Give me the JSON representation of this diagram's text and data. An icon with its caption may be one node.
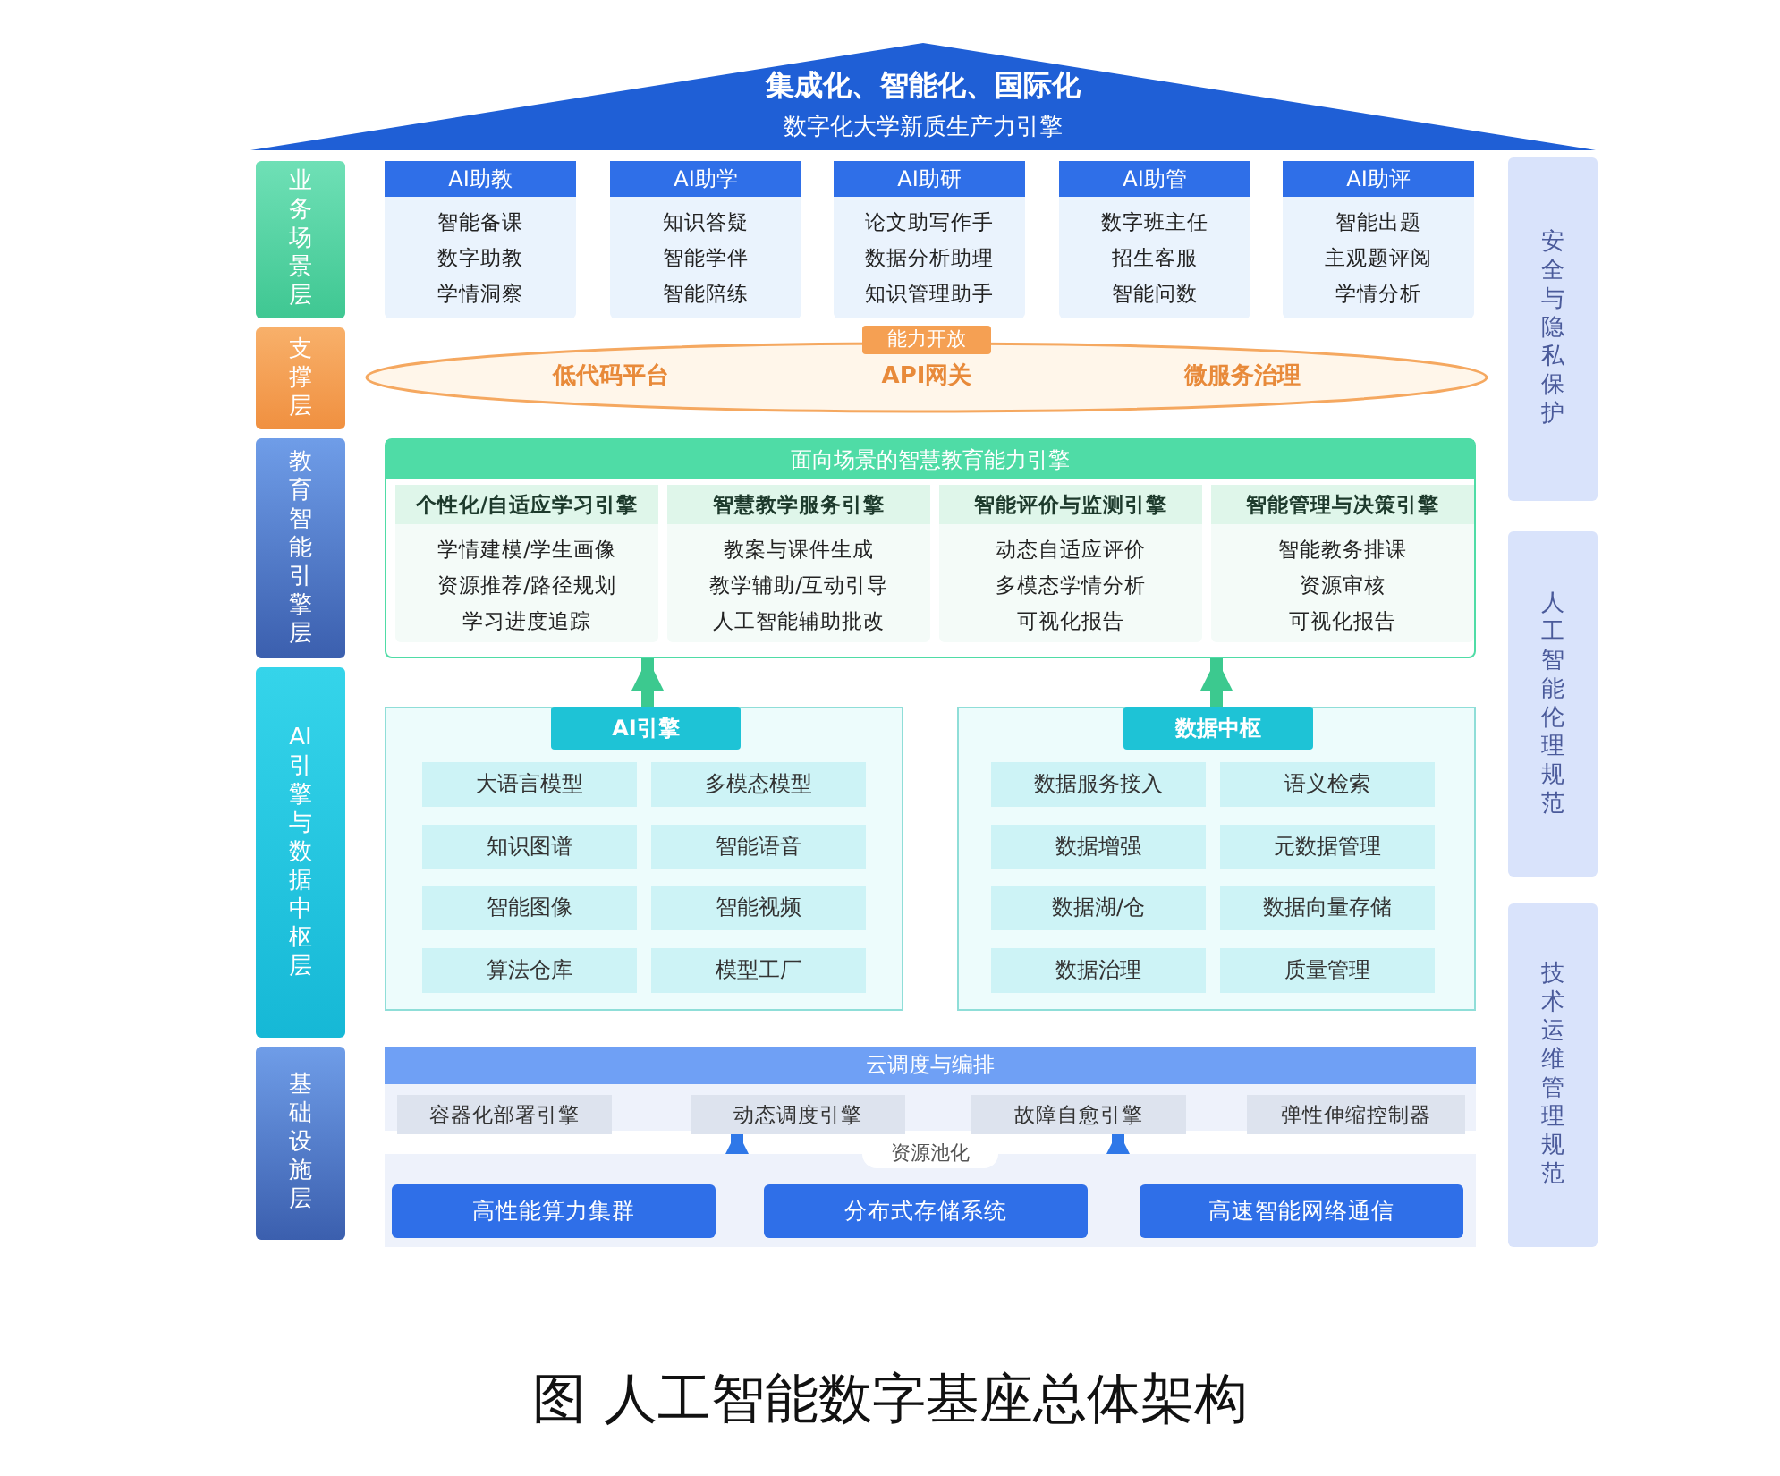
{
  "diagram": {
    "caption": "图 人工智能数字基座总体架构",
    "nodes": [
      {
        "text": [
          "集成化、智能化、国际化",
          "数字化大学新质生产力引擎"
        ]
      },
      {
        "text": [
          "业务场景层"
        ]
      },
      {
        "text": [
          "支撑层"
        ]
      },
      {
        "text": [
          "教育智能引擎层"
        ]
      },
      {
        "text": [
          "AI引擎与数据中枢层"
        ]
      },
      {
        "text": [
          "基础设施层"
        ]
      },
      {
        "text": [
          "安全与隐私保护"
        ]
      },
      {
        "text": [
          "人工智能伦理规范"
        ]
      },
      {
        "text": [
          "技术运维管理规范"
        ]
      },
      {
        "text": [
          "AI助教",
          "智能备课",
          "数字助教",
          "学情洞察"
        ]
      },
      {
        "text": [
          "AI助学",
          "知识答疑",
          "智能学伴",
          "智能陪练"
        ]
      },
      {
        "text": [
          "AI助研",
          "论文助写作手",
          "数据分析助理",
          "知识管理助手"
        ]
      },
      {
        "text": [
          "AI助管",
          "数字班主任",
          "招生客服",
          "智能问数"
        ]
      },
      {
        "text": [
          "AI助评",
          "智能出题",
          "主观题评阅",
          "学情分析"
        ]
      },
      {
        "text": [
          "能力开放",
          "低代码平台",
          "API网关",
          "微服务治理"
        ]
      },
      {
        "text": [
          "面向场景的智慧教育能力引擎"
        ]
      },
      {
        "text": [
          "个性化/自适应学习引擎",
          "学情建模/学生画像",
          "资源推荐/路径规划",
          "学习进度追踪"
        ],
        "in": 15
      },
      {
        "text": [
          "智慧教学服务引擎",
          "教案与课件生成",
          "教学辅助/互动引导",
          "人工智能辅助批改"
        ],
        "in": 15
      },
      {
        "text": [
          "智能评价与监测引擎",
          "动态自适应评价",
          "多模态学情分析",
          "可视化报告"
        ],
        "in": 15
      },
      {
        "text": [
          "智能管理与决策引擎",
          "智能教务排课",
          "资源审核",
          "可视化报告"
        ],
        "in": 15
      },
      {
        "text": [
          "AI引擎"
        ]
      },
      {
        "text": [
          "大语言模型"
        ],
        "in": 20
      },
      {
        "text": [
          "多模态模型"
        ],
        "in": 20
      },
      {
        "text": [
          "知识图谱"
        ],
        "in": 20
      },
      {
        "text": [
          "智能语音"
        ],
        "in": 20
      },
      {
        "text": [
          "智能图像"
        ],
        "in": 20
      },
      {
        "text": [
          "智能视频"
        ],
        "in": 20
      },
      {
        "text": [
          "算法仓库"
        ],
        "in": 20
      },
      {
        "text": [
          "模型工厂"
        ],
        "in": 20
      },
      {
        "text": [
          "数据中枢"
        ]
      },
      {
        "text": [
          "数据服务接入"
        ],
        "in": 29
      },
      {
        "text": [
          "语义检索"
        ],
        "in": 29
      },
      {
        "text": [
          "数据增强"
        ],
        "in": 29
      },
      {
        "text": [
          "元数据管理"
        ],
        "in": 29
      },
      {
        "text": [
          "数据湖/仓"
        ],
        "in": 29
      },
      {
        "text": [
          "数据向量存储"
        ],
        "in": 29
      },
      {
        "text": [
          "数据治理"
        ],
        "in": 29
      },
      {
        "text": [
          "质量管理"
        ],
        "in": 29
      },
      {
        "text": [
          "云调度与编排"
        ]
      },
      {
        "text": [
          "容器化部署引擎"
        ],
        "in": 38
      },
      {
        "text": [
          "动态调度引擎"
        ],
        "in": 38
      },
      {
        "text": [
          "故障自愈引擎"
        ],
        "in": 38
      },
      {
        "text": [
          "弹性伸缩控制器"
        ],
        "in": 38
      },
      {
        "text": [
          "资源池化"
        ]
      },
      {
        "text": [
          "高性能算力集群"
        ],
        "in": 43
      },
      {
        "text": [
          "分布式存储系统"
        ],
        "in": 43
      },
      {
        "text": [
          "高速智能网络通信"
        ],
        "in": 43
      }
    ],
    "edges": [
      {
        "from": 20,
        "to": 15,
        "arrow": "to",
        "color": "#3cc98f"
      },
      {
        "from": 29,
        "to": 15,
        "arrow": "to",
        "color": "#3cc98f"
      },
      {
        "from": 43,
        "to": 38,
        "arrow": "to",
        "color": "#2f78e8"
      },
      {
        "from": 43,
        "to": 38,
        "arrow": "to",
        "color": "#2f78e8"
      }
    ]
  }
}
